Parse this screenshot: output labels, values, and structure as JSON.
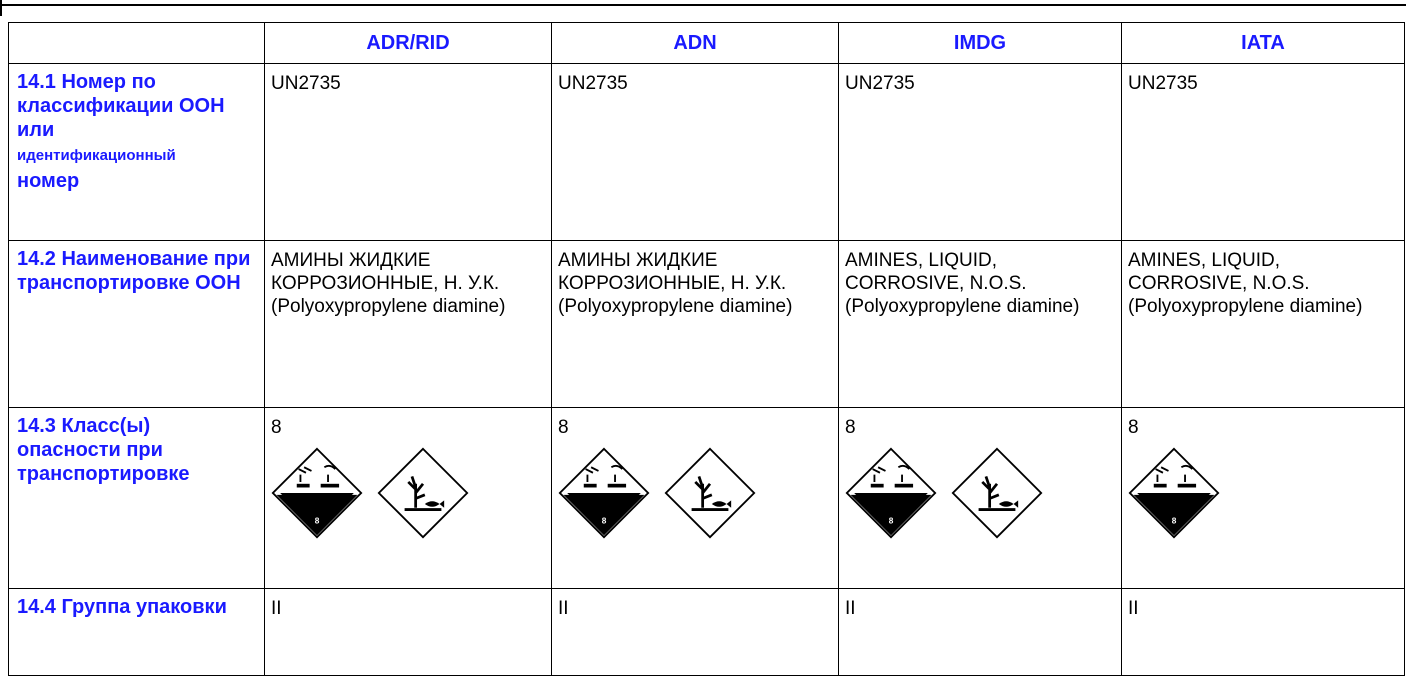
{
  "columns": [
    "",
    "ADR/RID",
    "ADN",
    "IMDG",
    "IATA"
  ],
  "rows": [
    {
      "label_parts": [
        "14.1 Номер по классификации ООН или",
        "идентификационный",
        "номер"
      ],
      "cells": [
        "UN2735",
        "UN2735",
        "UN2735",
        "UN2735"
      ]
    },
    {
      "label": "14.2 Наименование при транспортировке ООН",
      "cells": [
        [
          "АМИНЫ ЖИДКИЕ КОРРОЗИОННЫЕ, Н. У.К.",
          "(Polyoxypropylene diamine)"
        ],
        [
          "АМИНЫ ЖИДКИЕ КОРРОЗИОННЫЕ, Н. У.К.",
          "(Polyoxypropylene diamine)"
        ],
        [
          "AMINES, LIQUID, CORROSIVE, N.O.S.",
          "(Polyoxypropylene diamine)"
        ],
        [
          "AMINES, LIQUID, CORROSIVE, N.O.S.",
          "(Polyoxypropylene diamine)"
        ]
      ]
    },
    {
      "label": "14.3 Класс(ы) опасности при транспортировке",
      "cells": [
        "8",
        "8",
        "8",
        "8"
      ],
      "signs": [
        [
          "corrosive-pictogram",
          "environment-pictogram"
        ],
        [
          "corrosive-pictogram",
          "environment-pictogram"
        ],
        [
          "corrosive-pictogram",
          "environment-pictogram"
        ],
        [
          "corrosive-pictogram"
        ]
      ],
      "sign_number": "8"
    },
    {
      "label": "14.4 Группа упаковки",
      "cells": [
        "II",
        "II",
        "II",
        "II"
      ]
    }
  ]
}
